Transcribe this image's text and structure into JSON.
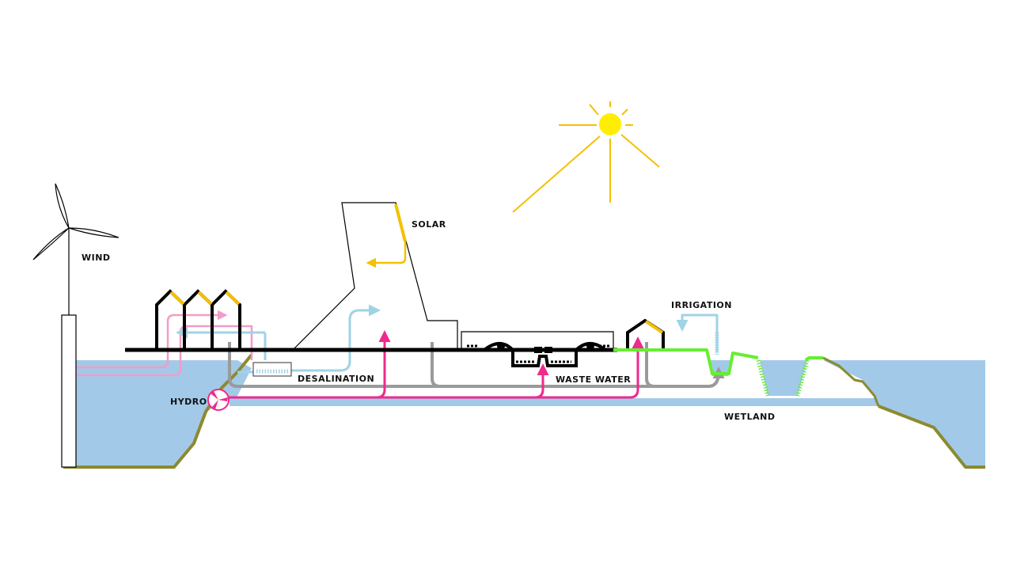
{
  "labels": {
    "wind": "WIND",
    "solar": "SOLAR",
    "irrigation": "IRRIGATION",
    "desalination": "DESALINATION",
    "waste_water": "WASTE WATER",
    "hydro": "HYDRO",
    "wetland": "WETLAND"
  },
  "colors": {
    "water": "#a3c9e8",
    "ground": "#8b8a2f",
    "structure": "#000000",
    "solar": "#f5c000",
    "sun": "#ffee00",
    "electric": "#ee2a8d",
    "pink_flow": "#f29cc5",
    "fresh_water": "#9fd3e6",
    "waste_pipe": "#9a9a9a",
    "green_roof": "#66ee33"
  },
  "icons": [
    "wind-turbine-icon",
    "sun-icon",
    "hydro-turbine-icon"
  ]
}
